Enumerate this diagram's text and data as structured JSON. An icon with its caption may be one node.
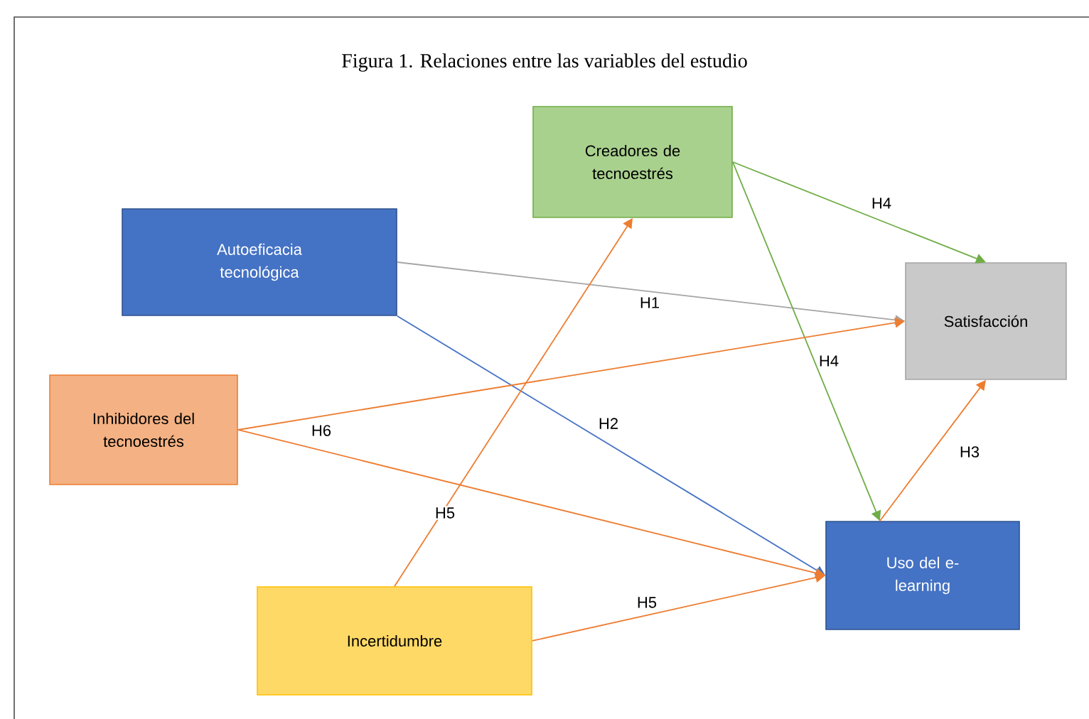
{
  "diagram": {
    "title": "Figura 1. Relaciones entre las variables del estudio",
    "nodes": [
      {
        "text": [
          "Creadores de tecnoestrés"
        ]
      },
      {
        "text": [
          "Autoeficacia tecnológica"
        ]
      },
      {
        "text": [
          "Satisfacción"
        ]
      },
      {
        "text": [
          "Inhibidores del tecnoestrés"
        ]
      },
      {
        "text": [
          "Uso del e-learning"
        ]
      },
      {
        "text": [
          "Incertidumbre"
        ]
      }
    ],
    "edges": [
      {
        "from": 1,
        "to": 2,
        "arrow": "to",
        "label": "H1",
        "color": "#a5a5a5"
      },
      {
        "from": 1,
        "to": 4,
        "arrow": "to",
        "label": "H2",
        "color": "#4472c4"
      },
      {
        "from": 0,
        "to": 2,
        "arrow": "to",
        "label": "H4",
        "color": "#70ad47"
      },
      {
        "from": 0,
        "to": 4,
        "arrow": "to",
        "label": "H4",
        "color": "#70ad47"
      },
      {
        "from": 3,
        "to": 2,
        "arrow": "to",
        "label": "H6"
      },
      {
        "from": 3,
        "to": 4,
        "arrow": "to"
      },
      {
        "from": 5,
        "to": 0,
        "arrow": "to",
        "label": "H5"
      },
      {
        "from": 5,
        "to": 4,
        "arrow": "to",
        "label": "H5"
      },
      {
        "from": 4,
        "to": 2,
        "arrow": "to",
        "label": "H3"
      }
    ]
  }
}
